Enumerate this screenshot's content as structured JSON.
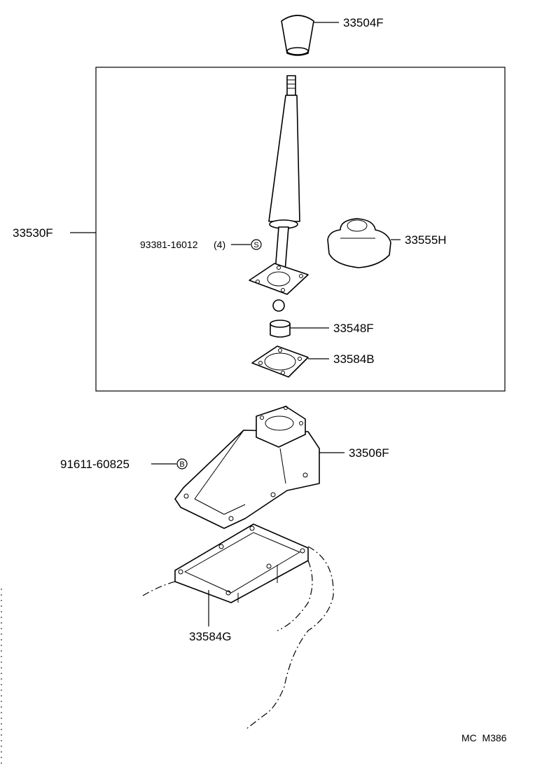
{
  "parts": [
    {
      "id": "knob",
      "number": "33504F"
    },
    {
      "id": "lever-assy",
      "number": "33530F"
    },
    {
      "id": "screw",
      "number": "93381-16012",
      "qty": "(4)",
      "symbol": "S"
    },
    {
      "id": "boot",
      "number": "33555H"
    },
    {
      "id": "bushing",
      "number": "33548F"
    },
    {
      "id": "lever-gasket",
      "number": "33584B"
    },
    {
      "id": "retainer-housing",
      "number": "33506F"
    },
    {
      "id": "bolt",
      "number": "91611-60825",
      "symbol": "B"
    },
    {
      "id": "housing-gasket",
      "number": "33584G"
    }
  ],
  "diagram_code": "MC  M386"
}
